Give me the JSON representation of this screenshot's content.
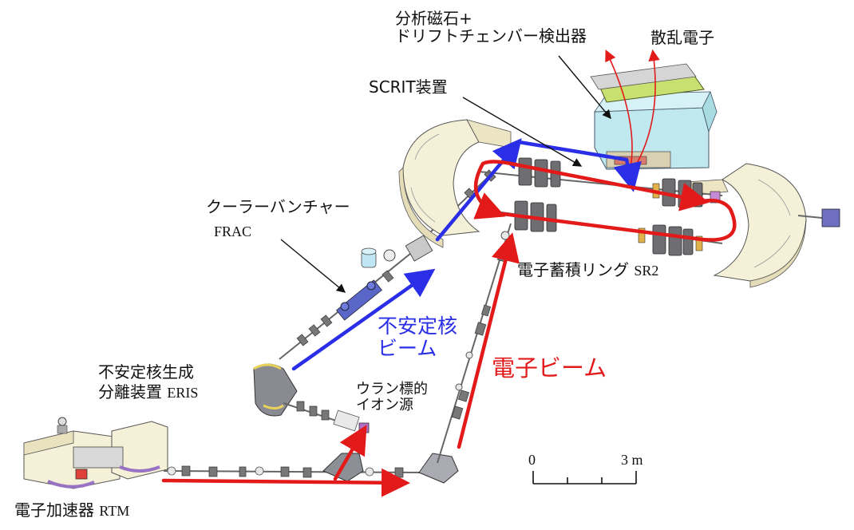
{
  "labels": {
    "magnet_detector": "分析磁石+\nドリフトチェンバー検出器",
    "scattered_electron": "散乱電子",
    "scrit": "SCRIT装置",
    "cooler_buncher": "クーラーバンチャー",
    "frac": "FRAC",
    "ring_jp": "電子蓄積リング",
    "ring_code": "SR2",
    "rib_beam": "不安定核\nビーム",
    "eris_line1": "不安定核生成",
    "eris_line2_jp": "分離装置",
    "eris_line2_code": "ERIS",
    "uranium_target": "ウラン標的\nイオン源",
    "electron_beam": "電子ビーム",
    "rtm_jp": "電子加速器",
    "rtm_code": "RTM"
  },
  "scale_bar": {
    "start": "0",
    "end": "3 m"
  },
  "colors": {
    "electron_beam": "#e31a1a",
    "ion_beam": "#2a2ee6",
    "magnet_body": "#f5f0d8",
    "quadrupole": "#6e6e72",
    "detector": "#bfe8ef",
    "scatter_chamber": "#c8e070"
  }
}
